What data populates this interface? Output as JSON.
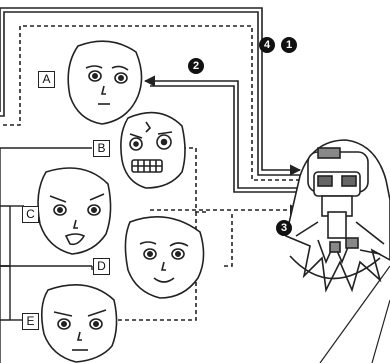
{
  "labels": {
    "a": "A",
    "b": "B",
    "c": "C",
    "d": "D",
    "e": "E"
  },
  "steps": {
    "s1": "1",
    "s2": "2",
    "s3": "3",
    "s4": "4"
  },
  "colors": {
    "line": "#222222",
    "badge": "#111111",
    "background": "#ffffff"
  },
  "icons": {
    "faces": [
      "face-a-icon",
      "face-b-icon",
      "face-c-icon",
      "face-d-icon",
      "face-e-icon"
    ],
    "robot": "robot-head-icon"
  }
}
